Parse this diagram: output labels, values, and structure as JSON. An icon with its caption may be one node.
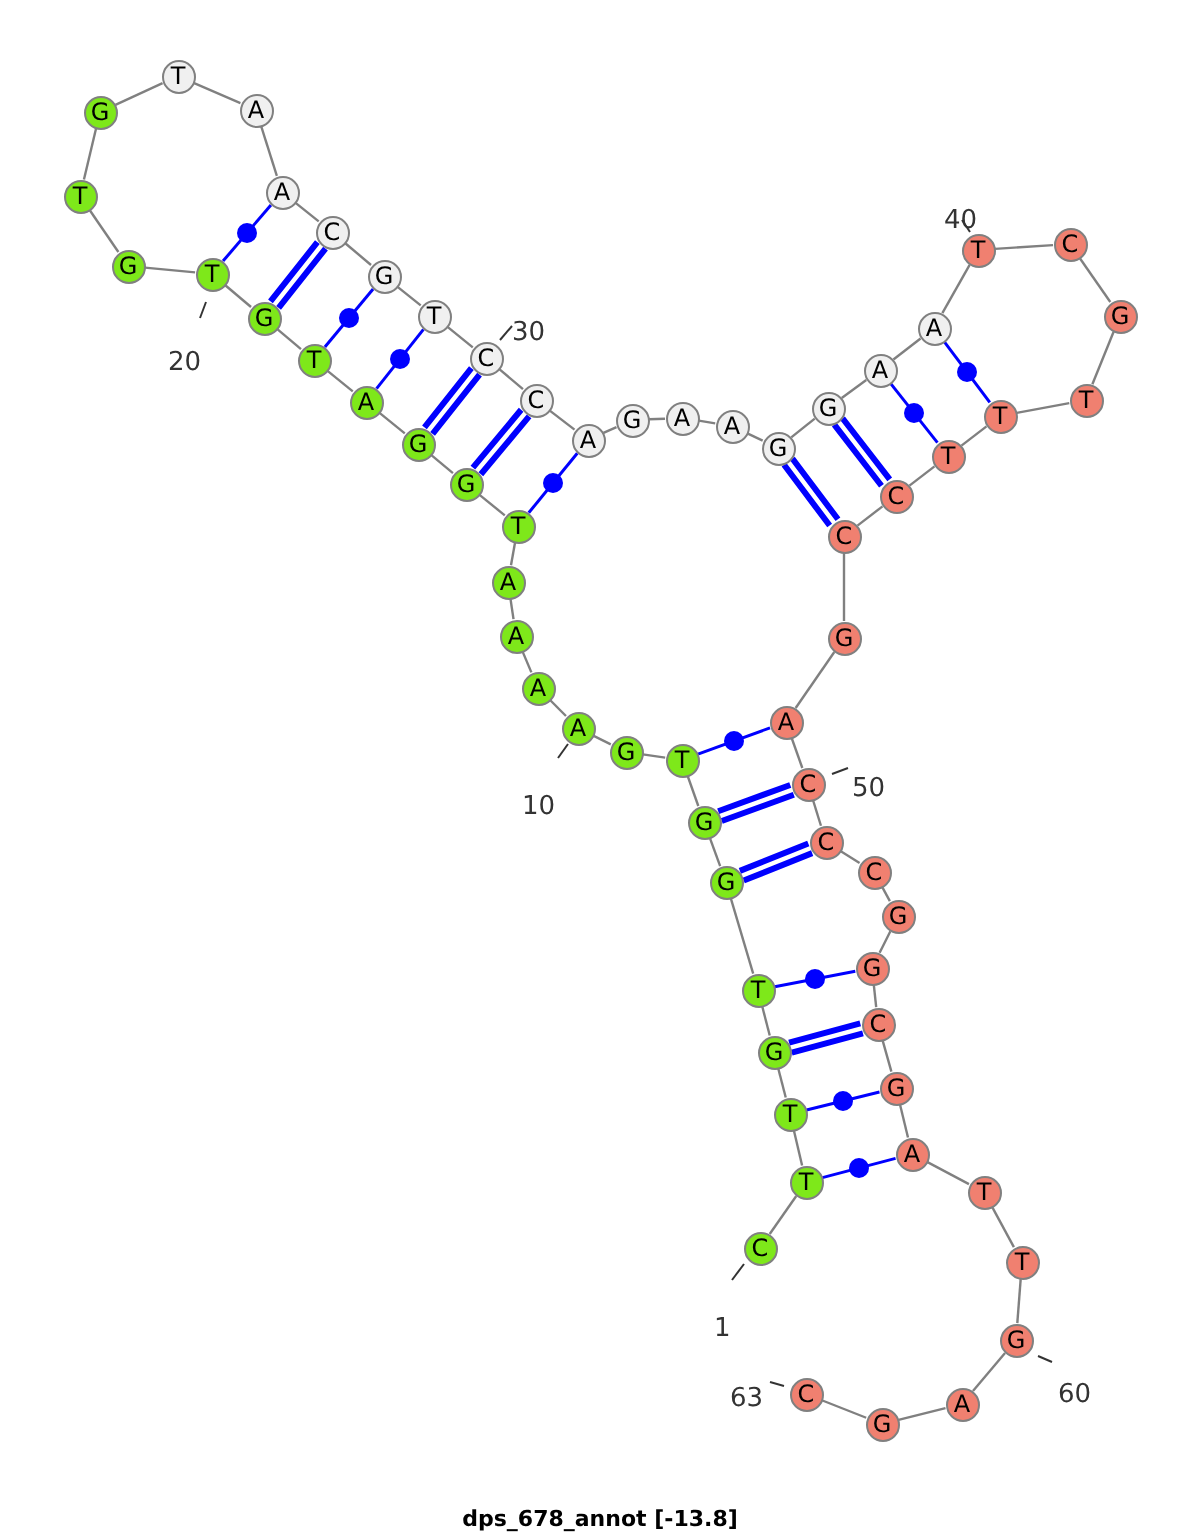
{
  "diagram": {
    "caption": "dps_678_annot [-13.8]",
    "nodes": [
      {
        "text": [
          "C"
        ],
        "beside": [
          "1"
        ]
      },
      {
        "text": [
          "T"
        ]
      },
      {
        "text": [
          "T"
        ]
      },
      {
        "text": [
          "G"
        ]
      },
      {
        "text": [
          "T"
        ]
      },
      {
        "text": [
          "G"
        ]
      },
      {
        "text": [
          "G"
        ]
      },
      {
        "text": [
          "T"
        ]
      },
      {
        "text": [
          "G"
        ]
      },
      {
        "text": [
          "A"
        ],
        "beside": [
          "10"
        ]
      },
      {
        "text": [
          "A"
        ]
      },
      {
        "text": [
          "A"
        ]
      },
      {
        "text": [
          "A"
        ]
      },
      {
        "text": [
          "T"
        ]
      },
      {
        "text": [
          "G"
        ]
      },
      {
        "text": [
          "G"
        ]
      },
      {
        "text": [
          "A"
        ]
      },
      {
        "text": [
          "T"
        ]
      },
      {
        "text": [
          "G"
        ]
      },
      {
        "text": [
          "T"
        ],
        "beside": [
          "20"
        ]
      },
      {
        "text": [
          "G"
        ]
      },
      {
        "text": [
          "T"
        ]
      },
      {
        "text": [
          "G"
        ]
      },
      {
        "text": [
          "T"
        ]
      },
      {
        "text": [
          "A"
        ]
      },
      {
        "text": [
          "A"
        ]
      },
      {
        "text": [
          "C"
        ]
      },
      {
        "text": [
          "G"
        ]
      },
      {
        "text": [
          "T"
        ]
      },
      {
        "text": [
          "C"
        ],
        "beside": [
          "30"
        ]
      },
      {
        "text": [
          "C"
        ]
      },
      {
        "text": [
          "A"
        ]
      },
      {
        "text": [
          "G"
        ]
      },
      {
        "text": [
          "A"
        ]
      },
      {
        "text": [
          "A"
        ]
      },
      {
        "text": [
          "G"
        ]
      },
      {
        "text": [
          "G"
        ]
      },
      {
        "text": [
          "A"
        ]
      },
      {
        "text": [
          "A"
        ]
      },
      {
        "text": [
          "T"
        ],
        "beside": [
          "40"
        ]
      },
      {
        "text": [
          "C"
        ]
      },
      {
        "text": [
          "G"
        ]
      },
      {
        "text": [
          "T"
        ]
      },
      {
        "text": [
          "T"
        ]
      },
      {
        "text": [
          "T"
        ]
      },
      {
        "text": [
          "C"
        ]
      },
      {
        "text": [
          "C"
        ]
      },
      {
        "text": [
          "G"
        ]
      },
      {
        "text": [
          "A"
        ]
      },
      {
        "text": [
          "C"
        ],
        "beside": [
          "50"
        ]
      },
      {
        "text": [
          "C"
        ]
      },
      {
        "text": [
          "C"
        ]
      },
      {
        "text": [
          "G"
        ]
      },
      {
        "text": [
          "G"
        ]
      },
      {
        "text": [
          "C"
        ]
      },
      {
        "text": [
          "G"
        ]
      },
      {
        "text": [
          "A"
        ]
      },
      {
        "text": [
          "T"
        ]
      },
      {
        "text": [
          "T"
        ]
      },
      {
        "text": [
          "G"
        ],
        "beside": [
          "60"
        ]
      },
      {
        "text": [
          "A"
        ]
      },
      {
        "text": [
          "G"
        ]
      },
      {
        "text": [
          "C"
        ],
        "beside": [
          "63"
        ]
      }
    ],
    "edges": [
      {
        "from": 0,
        "to": 1,
        "arrow": "none"
      },
      {
        "from": 1,
        "to": 2,
        "arrow": "none"
      },
      {
        "from": 2,
        "to": 3,
        "arrow": "none"
      },
      {
        "from": 3,
        "to": 4,
        "arrow": "none"
      },
      {
        "from": 4,
        "to": 5,
        "arrow": "none"
      },
      {
        "from": 5,
        "to": 6,
        "arrow": "none"
      },
      {
        "from": 6,
        "to": 7,
        "arrow": "none"
      },
      {
        "from": 7,
        "to": 8,
        "arrow": "none"
      },
      {
        "from": 8,
        "to": 9,
        "arrow": "none"
      },
      {
        "from": 9,
        "to": 10,
        "arrow": "none"
      },
      {
        "from": 10,
        "to": 11,
        "arrow": "none"
      },
      {
        "from": 11,
        "to": 12,
        "arrow": "none"
      },
      {
        "from": 12,
        "to": 13,
        "arrow": "none"
      },
      {
        "from": 13,
        "to": 14,
        "arrow": "none"
      },
      {
        "from": 14,
        "to": 15,
        "arrow": "none"
      },
      {
        "from": 15,
        "to": 16,
        "arrow": "none"
      },
      {
        "from": 16,
        "to": 17,
        "arrow": "none"
      },
      {
        "from": 17,
        "to": 18,
        "arrow": "none"
      },
      {
        "from": 18,
        "to": 19,
        "arrow": "none"
      },
      {
        "from": 19,
        "to": 20,
        "arrow": "none"
      },
      {
        "from": 20,
        "to": 21,
        "arrow": "none"
      },
      {
        "from": 21,
        "to": 22,
        "arrow": "none"
      },
      {
        "from": 22,
        "to": 23,
        "arrow": "none"
      },
      {
        "from": 23,
        "to": 24,
        "arrow": "none"
      },
      {
        "from": 24,
        "to": 25,
        "arrow": "none"
      },
      {
        "from": 25,
        "to": 26,
        "arrow": "none"
      },
      {
        "from": 26,
        "to": 27,
        "arrow": "none"
      },
      {
        "from": 27,
        "to": 28,
        "arrow": "none"
      },
      {
        "from": 28,
        "to": 29,
        "arrow": "none"
      },
      {
        "from": 29,
        "to": 30,
        "arrow": "none"
      },
      {
        "from": 30,
        "to": 31,
        "arrow": "none"
      },
      {
        "from": 31,
        "to": 32,
        "arrow": "none"
      },
      {
        "from": 32,
        "to": 33,
        "arrow": "none"
      },
      {
        "from": 33,
        "to": 34,
        "arrow": "none"
      },
      {
        "from": 34,
        "to": 35,
        "arrow": "none"
      },
      {
        "from": 35,
        "to": 36,
        "arrow": "none"
      },
      {
        "from": 36,
        "to": 37,
        "arrow": "none"
      },
      {
        "from": 37,
        "to": 38,
        "arrow": "none"
      },
      {
        "from": 38,
        "to": 39,
        "arrow": "none"
      },
      {
        "from": 39,
        "to": 40,
        "arrow": "none"
      },
      {
        "from": 40,
        "to": 41,
        "arrow": "none"
      },
      {
        "from": 41,
        "to": 42,
        "arrow": "none"
      },
      {
        "from": 42,
        "to": 43,
        "arrow": "none"
      },
      {
        "from": 43,
        "to": 44,
        "arrow": "none"
      },
      {
        "from": 44,
        "to": 45,
        "arrow": "none"
      },
      {
        "from": 45,
        "to": 46,
        "arrow": "none"
      },
      {
        "from": 46,
        "to": 47,
        "arrow": "none"
      },
      {
        "from": 47,
        "to": 48,
        "arrow": "none"
      },
      {
        "from": 48,
        "to": 49,
        "arrow": "none"
      },
      {
        "from": 49,
        "to": 50,
        "arrow": "none"
      },
      {
        "from": 50,
        "to": 51,
        "arrow": "none"
      },
      {
        "from": 51,
        "to": 52,
        "arrow": "none"
      },
      {
        "from": 52,
        "to": 53,
        "arrow": "none"
      },
      {
        "from": 53,
        "to": 54,
        "arrow": "none"
      },
      {
        "from": 54,
        "to": 55,
        "arrow": "none"
      },
      {
        "from": 55,
        "to": 56,
        "arrow": "none"
      },
      {
        "from": 56,
        "to": 57,
        "arrow": "none"
      },
      {
        "from": 57,
        "to": 58,
        "arrow": "none"
      },
      {
        "from": 58,
        "to": 59,
        "arrow": "none"
      },
      {
        "from": 59,
        "to": 60,
        "arrow": "none"
      },
      {
        "from": 60,
        "to": 61,
        "arrow": "none"
      },
      {
        "from": 61,
        "to": 62,
        "arrow": "none"
      },
      {
        "from": 1,
        "to": 56,
        "arrow": "none",
        "color": "#0000ff"
      },
      {
        "from": 2,
        "to": 55,
        "arrow": "none",
        "color": "#0000ff"
      },
      {
        "from": 3,
        "to": 54,
        "arrow": "none",
        "style": "thick",
        "color": "#0000ff"
      },
      {
        "from": 4,
        "to": 53,
        "arrow": "none",
        "color": "#0000ff"
      },
      {
        "from": 5,
        "to": 50,
        "arrow": "none",
        "style": "thick",
        "color": "#0000ff"
      },
      {
        "from": 6,
        "to": 49,
        "arrow": "none",
        "style": "thick",
        "color": "#0000ff"
      },
      {
        "from": 7,
        "to": 48,
        "arrow": "none",
        "color": "#0000ff"
      },
      {
        "from": 13,
        "to": 31,
        "arrow": "none",
        "color": "#0000ff"
      },
      {
        "from": 14,
        "to": 30,
        "arrow": "none",
        "style": "thick",
        "color": "#0000ff"
      },
      {
        "from": 15,
        "to": 29,
        "arrow": "none",
        "style": "thick",
        "color": "#0000ff"
      },
      {
        "from": 16,
        "to": 28,
        "arrow": "none",
        "color": "#0000ff"
      },
      {
        "from": 17,
        "to": 27,
        "arrow": "none",
        "color": "#0000ff"
      },
      {
        "from": 18,
        "to": 26,
        "arrow": "none",
        "style": "thick",
        "color": "#0000ff"
      },
      {
        "from": 19,
        "to": 25,
        "arrow": "none",
        "color": "#0000ff"
      },
      {
        "from": 35,
        "to": 46,
        "arrow": "none",
        "style": "thick",
        "color": "#0000ff"
      },
      {
        "from": 36,
        "to": 45,
        "arrow": "none",
        "style": "thick",
        "color": "#0000ff"
      },
      {
        "from": 37,
        "to": 44,
        "arrow": "none",
        "color": "#0000ff"
      },
      {
        "from": 38,
        "to": 43,
        "arrow": "none",
        "color": "#0000ff"
      }
    ]
  }
}
